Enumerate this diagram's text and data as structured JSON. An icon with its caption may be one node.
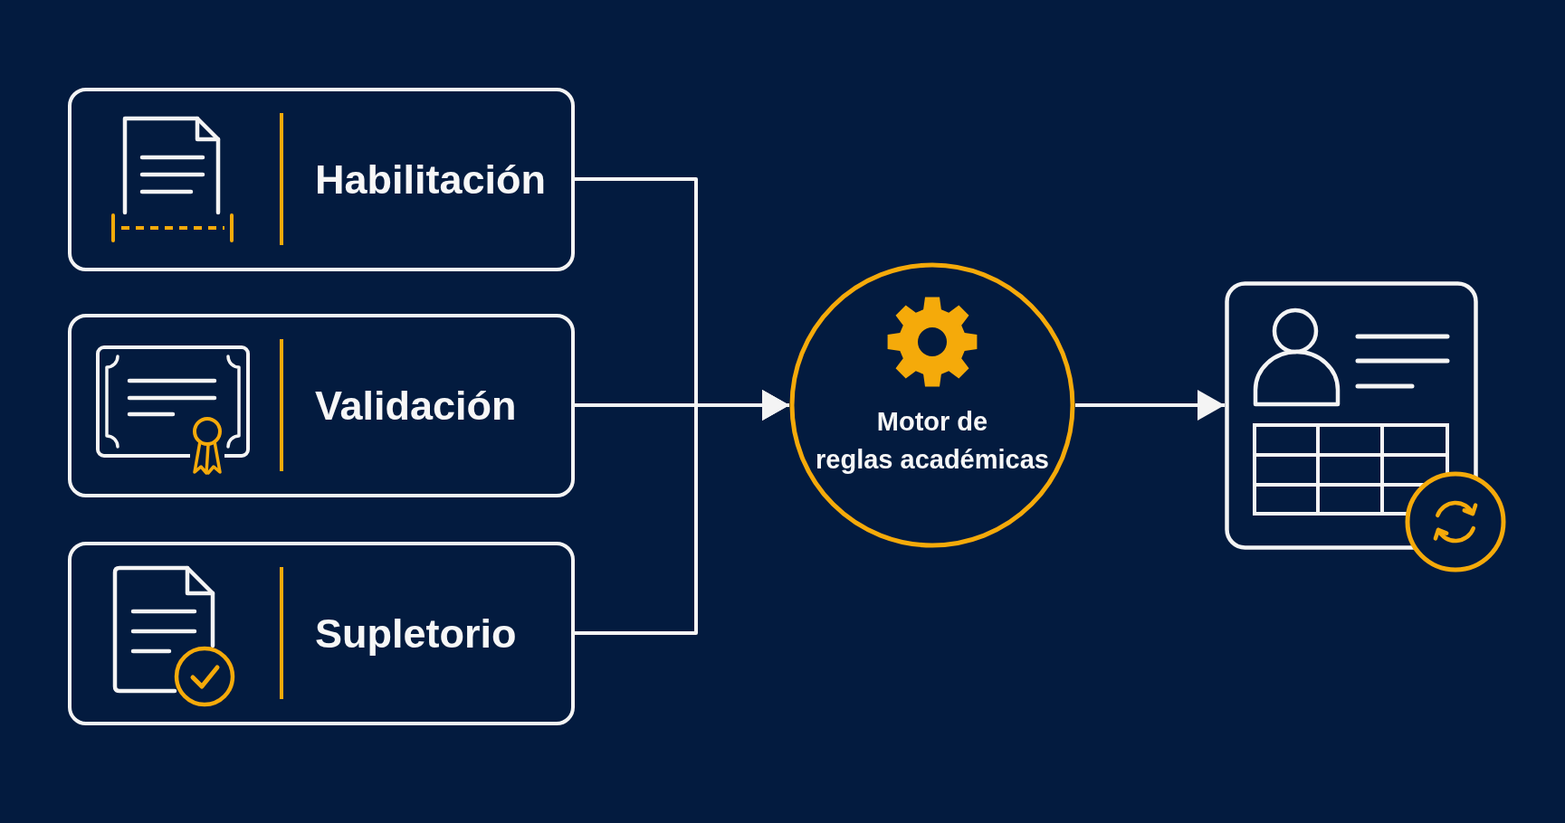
{
  "diagram": {
    "nodes": [
      {
        "text": [
          "Habilitación"
        ]
      },
      {
        "text": [
          "Validación"
        ]
      },
      {
        "text": [
          "Supletorio"
        ]
      },
      {
        "text": [
          "Motor de reglas académicas"
        ]
      },
      {
        "text": [],
        "shape": "picture"
      }
    ],
    "edges": [
      {
        "from": 0,
        "to": 3,
        "arrow": "to"
      },
      {
        "from": 1,
        "to": 3,
        "arrow": "to"
      },
      {
        "from": 2,
        "to": 3,
        "arrow": "to"
      },
      {
        "from": 3,
        "to": 4,
        "arrow": "to"
      }
    ]
  }
}
